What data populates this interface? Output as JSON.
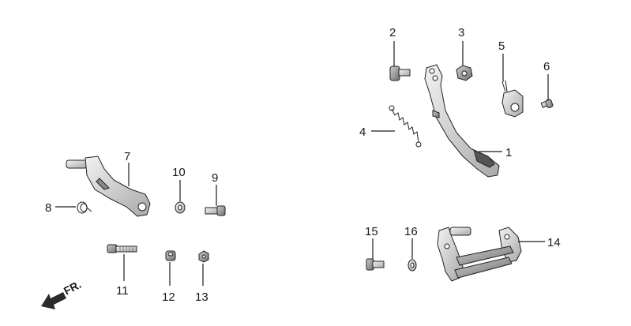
{
  "diagram": {
    "callouts": {
      "c1": "1",
      "c2": "2",
      "c3": "3",
      "c4": "4",
      "c5": "5",
      "c6": "6",
      "c7": "7",
      "c8": "8",
      "c9": "9",
      "c10": "10",
      "c11": "11",
      "c12": "12",
      "c13": "13",
      "c14": "14",
      "c15": "15",
      "c16": "16"
    },
    "direction_label": "FR."
  }
}
